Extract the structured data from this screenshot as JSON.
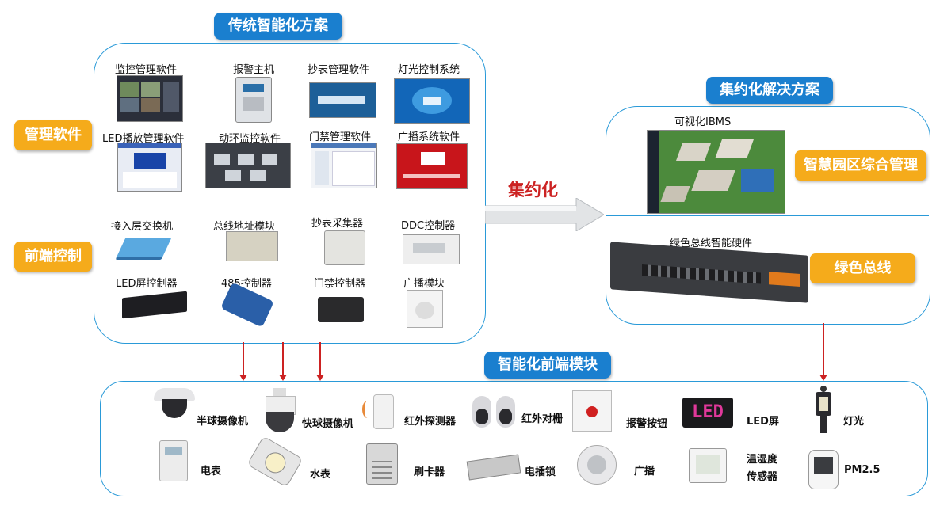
{
  "traditional": {
    "title": "传统智能化方案",
    "mgmt_label": "管理软件",
    "front_label": "前端控制",
    "software": [
      "监控管理软件",
      "报警主机",
      "抄表管理软件",
      "灯光控制系统",
      "LED播放管理软件",
      "动环监控软件",
      "门禁管理软件",
      "广播系统软件"
    ],
    "controls": [
      "接入层交换机",
      "总线地址模块",
      "抄表采集器",
      "DDC控制器",
      "LED屏控制器",
      "485控制器",
      "门禁控制器",
      "广播模块"
    ]
  },
  "arrow_label": "集约化",
  "intensive": {
    "title": "集约化解决方案",
    "ibms_label": "可视化IBMS",
    "park_label": "智慧园区综合管理",
    "hardware_label": "绿色总线智能硬件",
    "bus_label": "绿色总线"
  },
  "frontend": {
    "title": "智能化前端模块",
    "row1": [
      "半球摄像机",
      "快球摄像机",
      "红外探测器",
      "红外对栅",
      "报警按钮",
      "LED屏",
      "灯光"
    ],
    "row2": [
      "电表",
      "水表",
      "刷卡器",
      "电插锁",
      "广播",
      "温湿度\n传感器",
      "PM2.5"
    ]
  },
  "colors": {
    "blue": "#1a7fcf",
    "orange": "#f5ab1b",
    "red_text": "#cc2222",
    "border": "#2a9ad8"
  }
}
